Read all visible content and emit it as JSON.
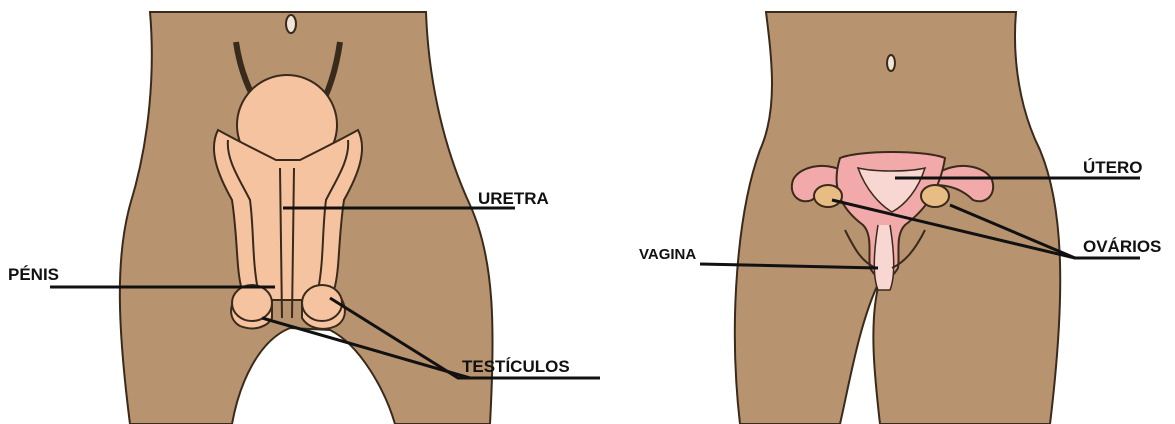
{
  "male": {
    "labels": {
      "uretra": "URETRA",
      "penis": "PÉNIS",
      "testiculos": "TESTÍCULOS"
    }
  },
  "female": {
    "labels": {
      "utero": "ÚTERO",
      "ovarios": "OVÁRIOS",
      "vagina": "VAGINA"
    }
  },
  "colors": {
    "skin": "#b7946f",
    "skin_outline": "#3a2a1c",
    "organ_peach": "#f6c3a0",
    "organ_pink": "#f2a9a9",
    "ovary": "#e7bd84"
  }
}
